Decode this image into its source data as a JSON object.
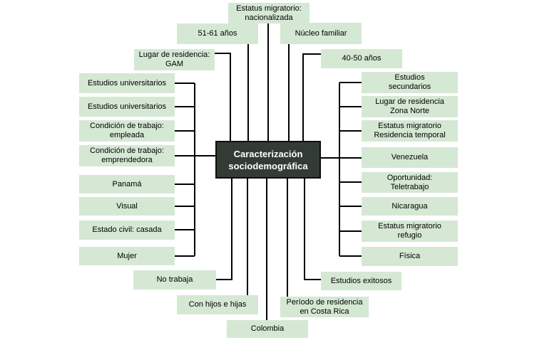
{
  "colors": {
    "node_fill": "#d5e8d4",
    "center_fill": "#333b35",
    "center_text": "#ffffff",
    "line": "#000000"
  },
  "diagram": {
    "center": {
      "label": "Caracterización\nsociodemográfica"
    },
    "top": [
      {
        "label": "Estatus migratorio:\nnacionalizada"
      },
      {
        "label": "51-61 años"
      },
      {
        "label": "Lugar de residencia:\nGAM"
      },
      {
        "label": "Núcleo familiar"
      },
      {
        "label": "40-50 años"
      }
    ],
    "left": [
      {
        "label": "Estudios universitarios"
      },
      {
        "label": "Estudios universitarios"
      },
      {
        "label": "Condición de trabajo:\nempleada"
      },
      {
        "label": "Condición de trabajo:\nemprendedora"
      },
      {
        "label": "Panamá"
      },
      {
        "label": "Visual"
      },
      {
        "label": "Estado civil: casada"
      },
      {
        "label": "Mujer"
      }
    ],
    "right": [
      {
        "label": "Estudios\nsecundarios"
      },
      {
        "label": "Lugar de residencia\nZona Norte"
      },
      {
        "label": "Estatus migratorio\nResidencia temporal"
      },
      {
        "label": "Venezuela"
      },
      {
        "label": "Oportunidad:\nTeletrabajo"
      },
      {
        "label": "Nicaragua"
      },
      {
        "label": "Estatus migratorio\nrefugio"
      },
      {
        "label": "Física"
      }
    ],
    "bottom": [
      {
        "label": "No trabaja"
      },
      {
        "label": "Con hijos e hijas"
      },
      {
        "label": "Colombia"
      },
      {
        "label": "Período de residencia\nen Costa Rica"
      },
      {
        "label": "Estudios exitosos"
      }
    ]
  }
}
